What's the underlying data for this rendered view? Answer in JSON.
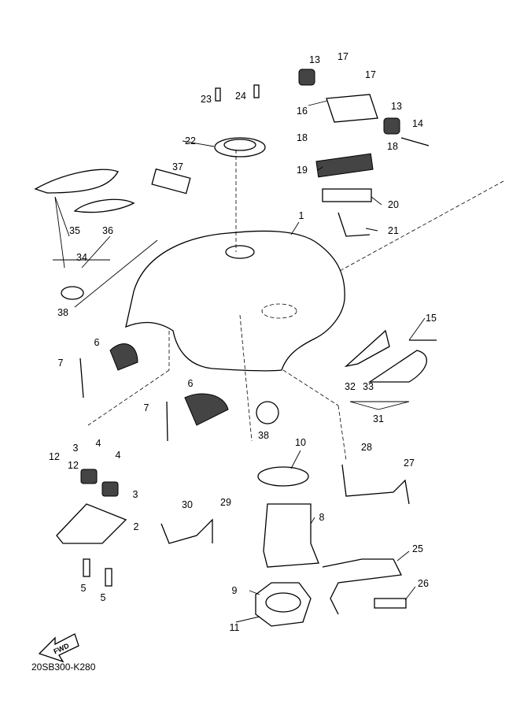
{
  "diagram_code": "20SB300-K280",
  "fwd_label": "FWD",
  "callouts": [
    "13",
    "17",
    "17",
    "23",
    "24",
    "16",
    "13",
    "14",
    "22",
    "18",
    "18",
    "19",
    "37",
    "20",
    "1",
    "21",
    "35",
    "36",
    "34",
    "38",
    "15",
    "6",
    "7",
    "32",
    "33",
    "31",
    "6",
    "7",
    "38",
    "10",
    "28",
    "3",
    "4",
    "4",
    "12",
    "12",
    "27",
    "3",
    "30",
    "29",
    "2",
    "8",
    "25",
    "5",
    "5",
    "26",
    "9",
    "11"
  ]
}
